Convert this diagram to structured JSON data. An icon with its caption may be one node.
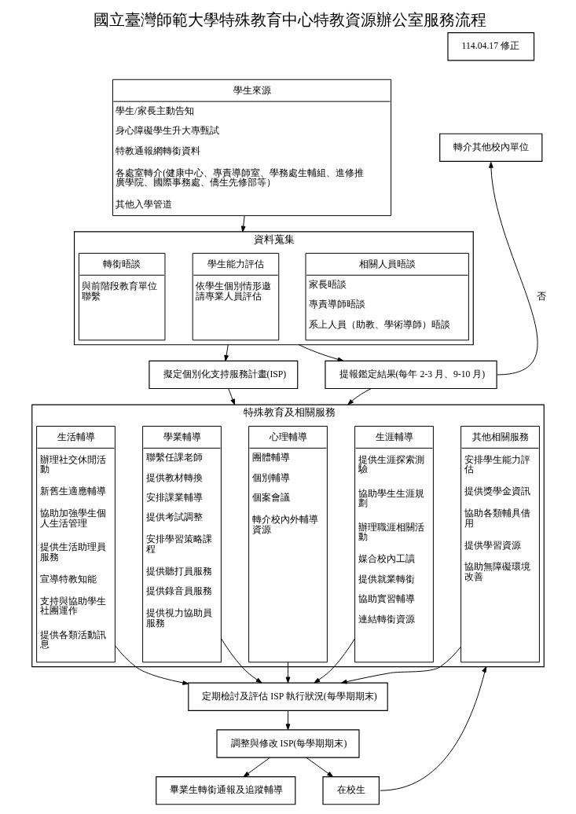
{
  "diagram": {
    "title": "國立臺灣師範大學特殊教育中心特教資源辦公室服務流程",
    "nodes": [
      {
        "text": [
          "114.04.17 修正"
        ]
      },
      {
        "text": [
          "學生來源",
          "學生/家長主動告知",
          "身心障礙學生升大專甄試",
          "特教通報網轉銜資料",
          "各處室轉介(健康中心、專責導師室、學務處生輔組、進修推廣學院、國際事務處、僑生先修部等）",
          "其他入學管道"
        ]
      },
      {
        "text": [
          "轉介其他校內單位"
        ]
      },
      {
        "text": [
          "資料蒐集"
        ]
      },
      {
        "text": [
          "轉銜晤談",
          "與前階段教育單位聯繫"
        ],
        "in": 3
      },
      {
        "text": [
          "學生能力評估",
          "依學生個別情形邀請專業人員評估"
        ],
        "in": 3
      },
      {
        "text": [
          "相關人員晤談",
          "家長晤談",
          "專責導師晤談",
          "系上人員（助教、學術導師）晤談"
        ],
        "in": 3
      },
      {
        "text": [
          "擬定個別化支持服務計畫(ISP)"
        ]
      },
      {
        "text": [
          "提報鑑定結果(每年 2-3 月、9-10 月)"
        ]
      },
      {
        "text": [
          "特殊教育及相關服務"
        ]
      },
      {
        "text": [
          "生活輔導",
          "辦理社交休閒活動",
          "新舊生適應輔導",
          "協助加強學生個人生活管理",
          "提供生活助理員服務",
          "宣導特教知能",
          "支持與協助學生社團運作",
          "提供各類活動訊息"
        ],
        "in": 9
      },
      {
        "text": [
          "學業輔導",
          "聯繫任課老師",
          "提供教材轉換",
          "安排課業輔導",
          "提供考試調整",
          "安排學習策略課程",
          "提供聽打員服務",
          "提供錄音員服務",
          "提供視力協助員服務"
        ],
        "in": 9
      },
      {
        "text": [
          "心理輔導",
          "團體輔導",
          "個別輔導",
          "個案會議",
          "轉介校內外輔導資源"
        ],
        "in": 9
      },
      {
        "text": [
          "生涯輔導",
          "提供生涯探索測驗",
          "協助學生生涯規劃",
          "辦理職涯相關活動",
          "媒合校內工讀",
          "提供就業轉銜",
          "協助實習輔導",
          "連結轉銜資源"
        ],
        "in": 9
      },
      {
        "text": [
          "其他相關服務",
          "安排學生能力評估",
          "提供獎學金資訊",
          "協助各類輔具借用",
          "提供學習資源",
          "協助無障礙環境改善"
        ],
        "in": 9
      },
      {
        "text": [
          "定期檢討及評估 ISP 執行狀況(每學期期末)"
        ]
      },
      {
        "text": [
          "調整與修改 ISP(每學期期末)"
        ]
      },
      {
        "text": [
          "畢業生轉銜通報及追蹤輔導"
        ]
      },
      {
        "text": [
          "在校生"
        ]
      }
    ],
    "edges": [
      {
        "from": 1,
        "to": 3,
        "arrow": "to"
      },
      {
        "from": 3,
        "to": 7,
        "arrow": "to"
      },
      {
        "from": 3,
        "to": 8,
        "arrow": "to"
      },
      {
        "from": 8,
        "to": 2,
        "arrow": "to",
        "label": "否"
      },
      {
        "from": 7,
        "to": 9,
        "arrow": "to"
      },
      {
        "from": 8,
        "to": 9,
        "arrow": "to"
      },
      {
        "from": 10,
        "to": 15,
        "arrow": "to"
      },
      {
        "from": 11,
        "to": 15,
        "arrow": "to"
      },
      {
        "from": 12,
        "to": 15,
        "arrow": "to"
      },
      {
        "from": 13,
        "to": 15,
        "arrow": "to"
      },
      {
        "from": 14,
        "to": 15,
        "arrow": "to"
      },
      {
        "from": 15,
        "to": 16,
        "arrow": "to"
      },
      {
        "from": 16,
        "to": 17,
        "arrow": "to"
      },
      {
        "from": 16,
        "to": 18,
        "arrow": "to"
      },
      {
        "from": 18,
        "to": 9,
        "arrow": "to"
      }
    ]
  }
}
